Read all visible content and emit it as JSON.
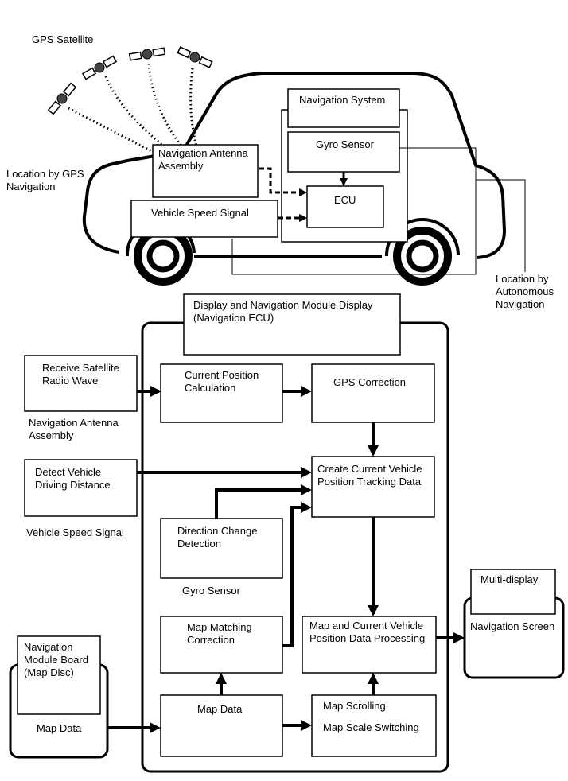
{
  "top": {
    "gps_satellite": "GPS Satellite",
    "location_gps": [
      "Location by GPS",
      "Navigation"
    ],
    "nav_system": "Navigation System",
    "gyro_sensor": "Gyro Sensor",
    "ecu": "ECU",
    "antenna": [
      "Navigation Antenna",
      "Assembly"
    ],
    "speed_signal": "Vehicle Speed Signal",
    "location_auto": [
      "Location by",
      "Autonomous",
      "Navigation"
    ]
  },
  "bottom": {
    "module_title": [
      "Display and Navigation Module Display",
      "(Navigation ECU)"
    ],
    "receive_satellite": [
      "Receive Satellite",
      "Radio Wave"
    ],
    "antenna_caption": [
      "Navigation Antenna",
      "Assembly"
    ],
    "current_position": [
      "Current Position",
      "Calculation"
    ],
    "gps_correction": "GPS Correction",
    "detect_distance": [
      "Detect Vehicle",
      "Driving Distance"
    ],
    "speed_caption": "Vehicle Speed Signal",
    "create_tracking": [
      "Create Current Vehicle",
      "Position Tracking Data"
    ],
    "direction_change": [
      "Direction Change",
      "Detection"
    ],
    "gyro_caption": "Gyro Sensor",
    "map_matching": [
      "Map Matching",
      "Correction"
    ],
    "map_processing": [
      "Map and Current Vehicle",
      "Position Data Processing"
    ],
    "multi_display": "Multi-display",
    "nav_screen": "Navigation Screen",
    "module_board": [
      "Navigation",
      "Module Board",
      "(Map Disc)"
    ],
    "map_data_disc": "Map Data",
    "map_data": "Map Data",
    "map_scrolling": "Map Scrolling",
    "map_scale": "Map Scale Switching"
  }
}
